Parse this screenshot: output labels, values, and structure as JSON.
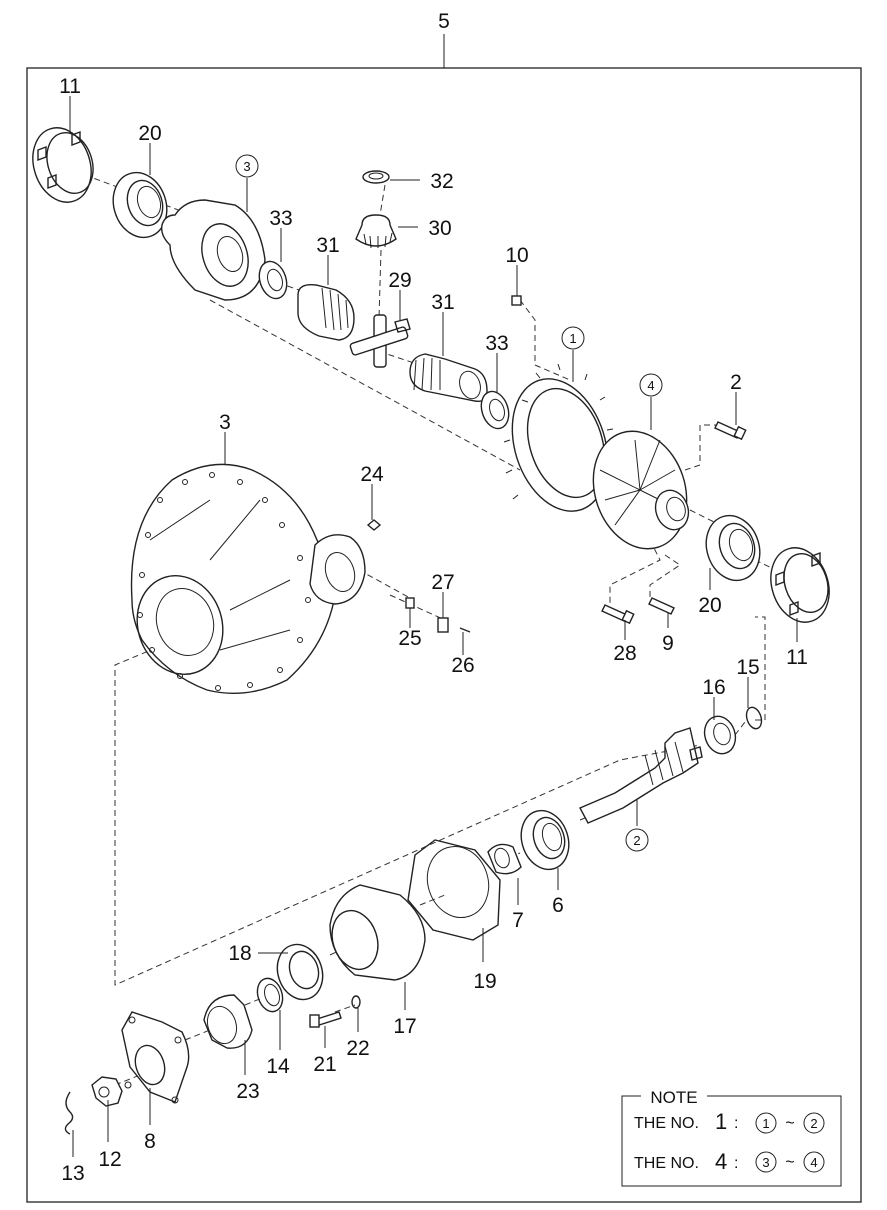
{
  "assembly_label": "5",
  "callouts": {
    "c11a": "11",
    "c20a": "20",
    "c3c": "3",
    "c33a": "33",
    "c31a": "31",
    "c32": "32",
    "c30": "30",
    "c29": "29",
    "c10": "10",
    "c31b": "31",
    "c33b": "33",
    "c1c": "1",
    "c4c": "4",
    "c2": "2",
    "c3": "3",
    "c24": "24",
    "c27": "27",
    "c25": "25",
    "c26": "26",
    "c20b": "20",
    "c28": "28",
    "c9": "9",
    "c11b": "11",
    "c16": "16",
    "c15": "15",
    "c2c": "2",
    "c6": "6",
    "c7": "7",
    "c19": "19",
    "c18": "18",
    "c17": "17",
    "c14": "14",
    "c22": "22",
    "c21": "21",
    "c23": "23",
    "c8": "8",
    "c12": "12",
    "c13": "13"
  },
  "note": {
    "title": "NOTE",
    "line1_prefix": "THE NO.",
    "line1_number": "1",
    "line1_sep": ":",
    "line1_from": "1",
    "line1_tilde": "~",
    "line1_to": "2",
    "line2_prefix": "THE NO.",
    "line2_number": "4",
    "line2_sep": ":",
    "line2_from": "3",
    "line2_tilde": "~",
    "line2_to": "4"
  }
}
